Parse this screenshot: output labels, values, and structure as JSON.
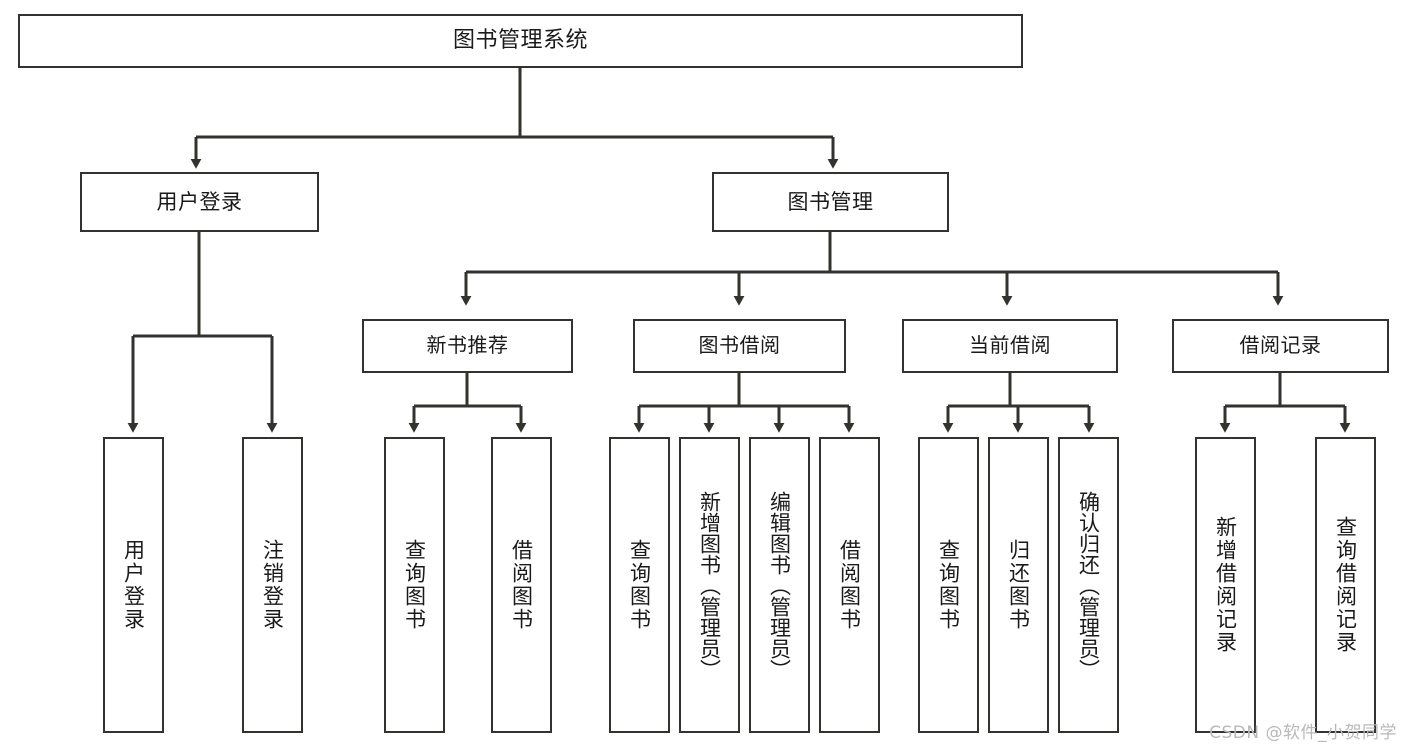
{
  "diagram": {
    "title": "图书管理系统",
    "type": "功能结构图",
    "style": {
      "box_border_color": "#32322f",
      "box_fill_color": "#ffffff",
      "line_color": "#32322f",
      "text_color": "#1a1a1a",
      "background": "#ffffff",
      "watermark_color": "#b9b9b9"
    }
  },
  "watermark": {
    "text": "CSDN @软件_小贺同学"
  },
  "nodes": {
    "root": {
      "label": "图书管理系统"
    },
    "level1": [
      {
        "id": "user-login",
        "label": "用户登录"
      },
      {
        "id": "book-manage",
        "label": "图书管理"
      }
    ],
    "level2": [
      {
        "id": "new-book-recommend",
        "label": "新书推荐"
      },
      {
        "id": "book-borrow",
        "label": "图书借阅"
      },
      {
        "id": "current-borrow",
        "label": "当前借阅"
      },
      {
        "id": "borrow-record",
        "label": "借阅记录"
      }
    ],
    "leaves": {
      "user-login": [
        {
          "id": "leaf-user-login",
          "label": "用户登录"
        },
        {
          "id": "leaf-logout-login",
          "label": "注销登录"
        }
      ],
      "new-book-recommend": [
        {
          "id": "leaf-query-book-1",
          "label": "查询图书"
        },
        {
          "id": "leaf-borrow-book-1",
          "label": "借阅图书"
        }
      ],
      "book-borrow": [
        {
          "id": "leaf-query-book-2",
          "label": "查询图书"
        },
        {
          "id": "leaf-add-book",
          "label": "新增图书（管理员）"
        },
        {
          "id": "leaf-edit-book",
          "label": "编辑图书（管理员）"
        },
        {
          "id": "leaf-borrow-book-2",
          "label": "借阅图书"
        }
      ],
      "current-borrow": [
        {
          "id": "leaf-query-book-3",
          "label": "查询图书"
        },
        {
          "id": "leaf-return-book",
          "label": "归还图书"
        },
        {
          "id": "leaf-confirm-return",
          "label": "确认归还（管理员）"
        }
      ],
      "borrow-record": [
        {
          "id": "leaf-add-record",
          "label": "新增借阅记录"
        },
        {
          "id": "leaf-query-record",
          "label": "查询借阅记录"
        }
      ]
    }
  }
}
